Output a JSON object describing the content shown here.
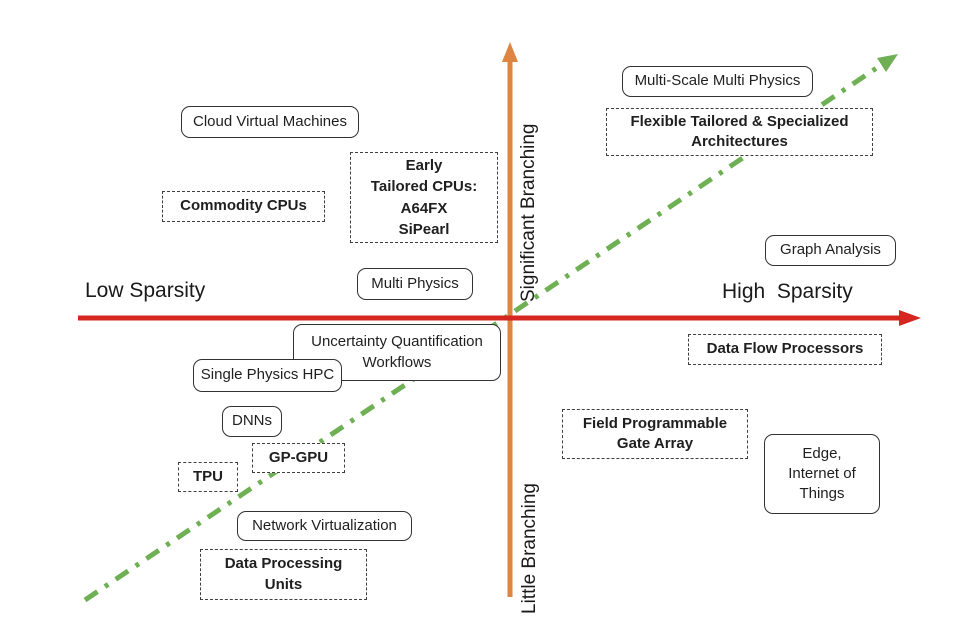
{
  "axes": {
    "x_left": "Low Sparsity",
    "x_right": "High  Sparsity",
    "y_top": "Significant Branching",
    "y_bottom": "Little Branching"
  },
  "colors": {
    "x_axis": "#d5261f",
    "y_axis": "#de8542",
    "trend_line": "#6fb054",
    "solid_box_border": "#323232",
    "dashed_box_border": "#3f3f3f",
    "text": "#1f1f1f"
  },
  "nodes": [
    {
      "id": "cloud-virtual-machines",
      "style": "solid",
      "label": "Cloud Virtual Machines"
    },
    {
      "id": "commodity-cpus",
      "style": "dashed",
      "label": "Commodity CPUs"
    },
    {
      "id": "early-tailored-cpus",
      "style": "dashed",
      "label": "Early\nTailored CPUs:\nA64FX\nSiPearl"
    },
    {
      "id": "multi-physics",
      "style": "solid",
      "label": "Multi Physics"
    },
    {
      "id": "multi-scale-multi-physics",
      "style": "solid",
      "label": "Multi-Scale Multi Physics"
    },
    {
      "id": "flexible-tailored-specialized-architectures",
      "style": "dashed",
      "label": "Flexible Tailored & Specialized\nArchitectures"
    },
    {
      "id": "graph-analysis",
      "style": "solid",
      "label": "Graph Analysis"
    },
    {
      "id": "uncertainty-quantification-workflows",
      "style": "solid",
      "label": "Uncertainty Quantification\nWorkflows"
    },
    {
      "id": "single-physics-hpc",
      "style": "solid",
      "label": "Single Physics HPC"
    },
    {
      "id": "data-flow-processors",
      "style": "dashed",
      "label": "Data Flow Processors"
    },
    {
      "id": "dnns",
      "style": "solid",
      "label": "DNNs"
    },
    {
      "id": "gp-gpu",
      "style": "dashed",
      "label": "GP-GPU"
    },
    {
      "id": "tpu",
      "style": "dashed",
      "label": "TPU"
    },
    {
      "id": "field-programmable-gate-array",
      "style": "dashed",
      "label": "Field Programmable\nGate Array"
    },
    {
      "id": "edge-internet-of-things",
      "style": "solid",
      "label": "Edge,\nInternet of\nThings"
    },
    {
      "id": "network-virtualization",
      "style": "solid",
      "label": "Network Virtualization"
    },
    {
      "id": "data-processing-units",
      "style": "dashed",
      "label": "Data Processing\nUnits"
    }
  ]
}
